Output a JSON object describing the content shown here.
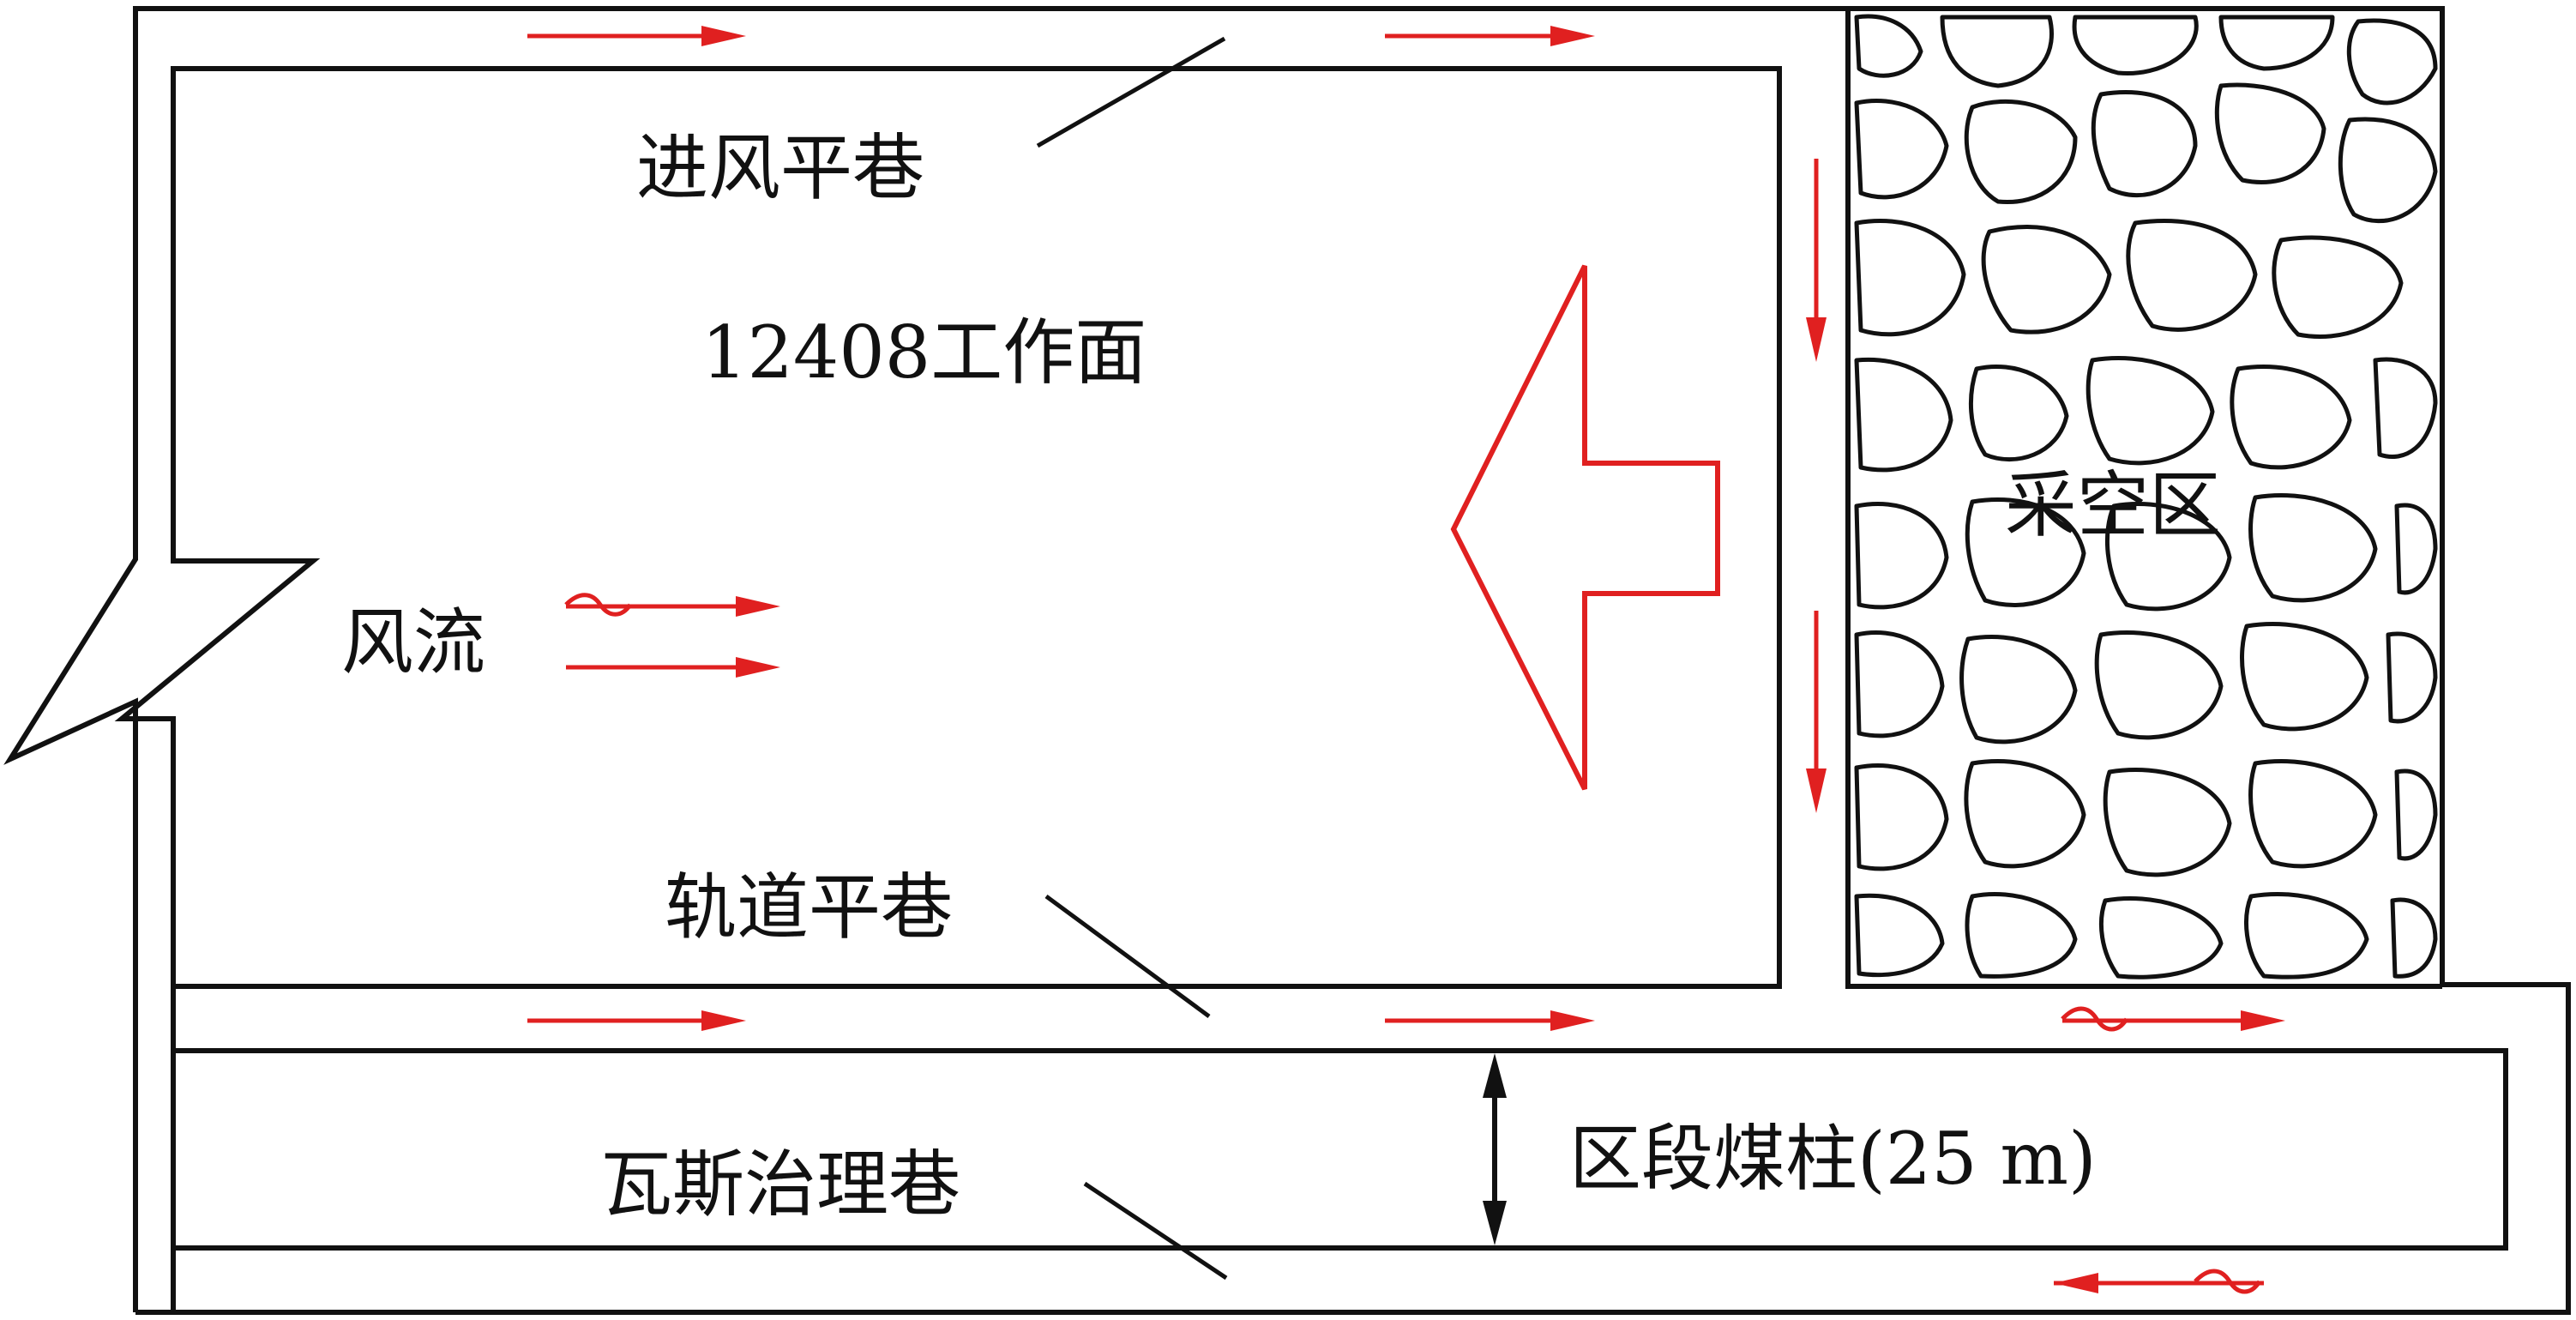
{
  "labels": {
    "intake_roadway": "进风平巷",
    "working_face": "12408工作面",
    "airflow": "风流",
    "goaf": "采空区",
    "track_roadway": "轨道平巷",
    "gas_drainage_roadway": "瓦斯治理巷",
    "coal_pillar": "区段煤柱(25 m)"
  },
  "colors": {
    "airflow_arrow": "#e02020",
    "lines": "#111111"
  }
}
